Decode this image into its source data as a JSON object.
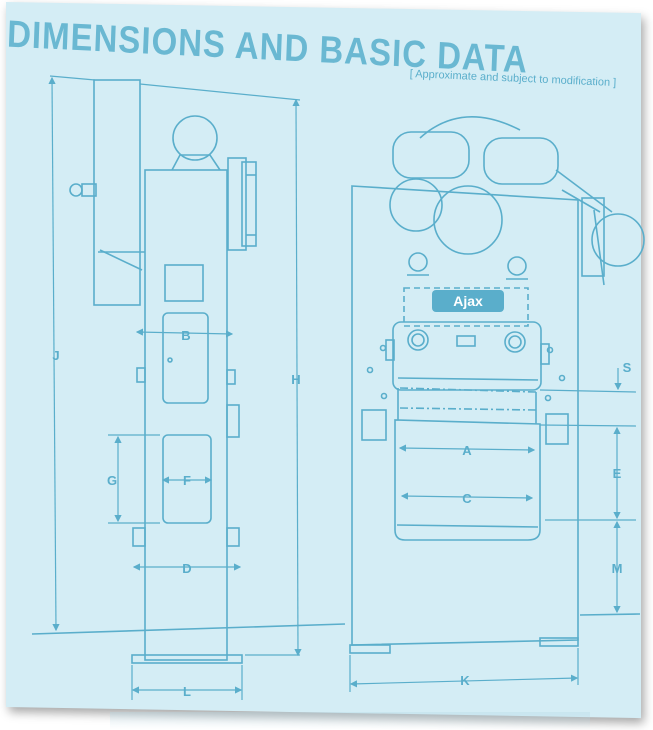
{
  "header": {
    "title": "DIMENSIONS AND BASIC DATA",
    "subtitle": "[ Approximate and subject to modification ]"
  },
  "dimensions": {
    "a": "A",
    "b": "B",
    "c": "C",
    "d": "D",
    "e": "E",
    "f": "F",
    "g": "G",
    "h": "H",
    "j": "J",
    "k": "K",
    "l": "L",
    "m": "M",
    "s": "S"
  },
  "logo": {
    "text": "Ajax"
  },
  "colors": {
    "paper": "#d4edf5",
    "line": "#5aaecb",
    "title": "#6ab8d2"
  }
}
